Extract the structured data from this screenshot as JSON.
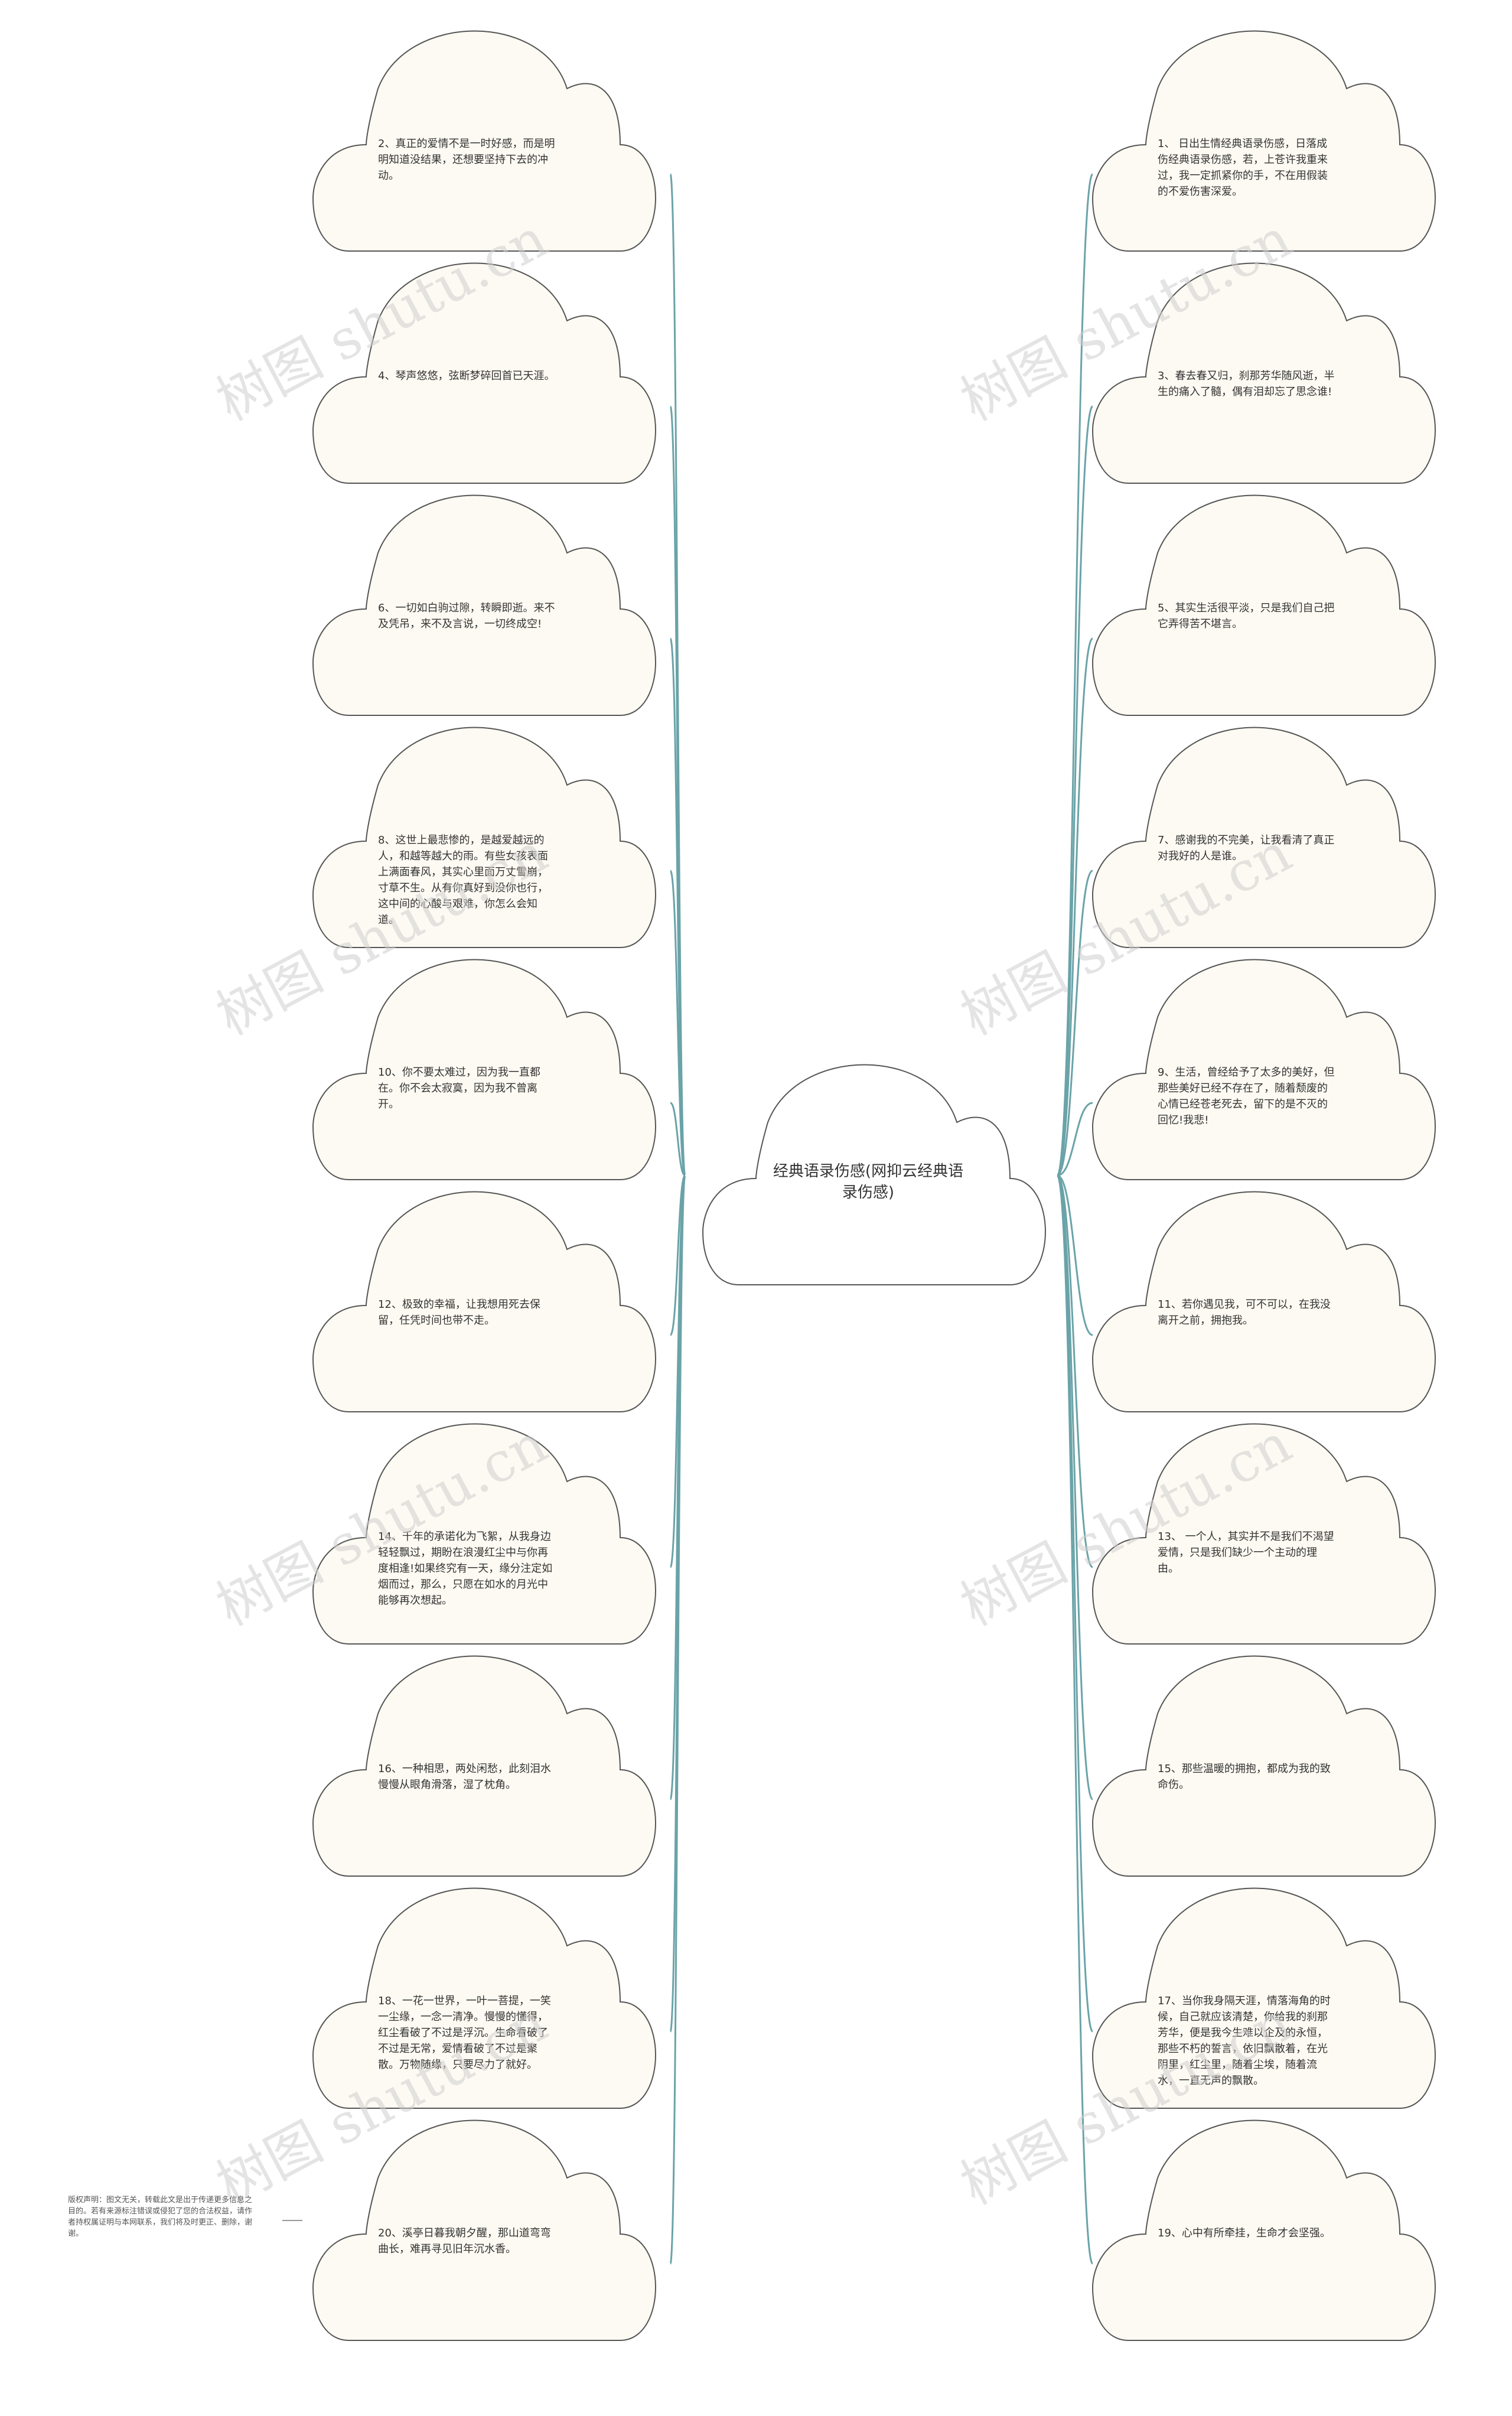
{
  "center": {
    "label": "经典语录伤感(网抑云经典语录伤感)"
  },
  "left_items": [
    "2、真正的爱情不是一时好感，而是明明知道没结果，还想要坚持下去的冲动。",
    "4、琴声悠悠，弦断梦碎回首已天涯。",
    "6、一切如白驹过隙，转瞬即逝。来不及凭吊，来不及言说，一切终成空!",
    "8、这世上最悲惨的，是越爱越远的人，和越等越大的雨。有些女孩表面上满面春风，其实心里面万丈雪崩，寸草不生。从有你真好到没你也行，这中间的心酸与艰难，你怎么会知道。",
    "10、你不要太难过，因为我一直都在。你不会太寂寞，因为我不曾离开。",
    "12、极致的幸福，让我想用死去保留，任凭时间也带不走。",
    "14、千年的承诺化为飞絮，从我身边轻轻飘过，期盼在浪漫红尘中与你再度相逢!如果终究有一天，缘分注定如烟而过，那么，只愿在如水的月光中能够再次想起。",
    "16、一种相思，两处闲愁，此刻泪水慢慢从眼角滑落，湿了枕角。",
    "18、一花一世界，一叶一菩提，一笑一尘缘，一念一清净。慢慢的懂得，红尘看破了不过是浮沉。生命看破了不过是无常，爱情看破了不过是聚散。万物随缘，只要尽力了就好。",
    "20、溪亭日暮我朝夕醒，那山道弯弯曲长，难再寻见旧年沉水香。"
  ],
  "right_items": [
    "1、 日出生情经典语录伤感，日落成伤经典语录伤感，若，上苍许我重来过，我一定抓紧你的手，不在用假装的不爱伤害深爱。",
    "3、春去春又归，刹那芳华随风逝，半生的痛入了髓，偶有泪却忘了思念谁!",
    "5、其实生活很平淡，只是我们自己把它弄得苦不堪言。",
    "7、感谢我的不完美，让我看清了真正对我好的人是谁。",
    "9、生活，曾经给予了太多的美好，但那些美好已经不存在了，随着颓废的心情已经苍老死去，留下的是不灭的回忆!我悲!",
    "11、若你遇见我，可不可以，在我没离开之前，拥抱我。",
    "13、 一个人，其实并不是我们不渴望爱情，只是我们缺少一个主动的理由。",
    "15、那些温暖的拥抱，都成为我的致命伤。",
    "17、当你我身隔天涯，情落海角的时候，自己就应该清楚，你给我的刹那芳华，便是我今生难以企及的永恒，那些不朽的誓言，依旧飘散着，在光阴里，红尘里，随着尘埃，随着流水，一直无声的飘散。",
    "19、心中有所牵挂，生命才会坚强。"
  ],
  "copyright": "版权声明：图文无关，转载此文是出于传递更多信息之目的。若有来源标注错误或侵犯了您的合法权益，请作者持权属证明与本网联系，我们将及时更正、删除，谢谢。",
  "watermark": "树图 shutu.cn",
  "colors": {
    "connector": "#6aa3a8",
    "leaf_fill": "#fcfaf2",
    "center_fill": "#ffffff",
    "outline": "#555555"
  }
}
